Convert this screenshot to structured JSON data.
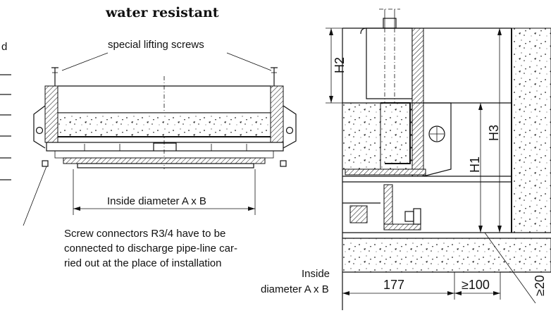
{
  "heading": "water resistant",
  "left_cut_label": "d",
  "front_view": {
    "lifting_screws_label": "special lifting screws",
    "inside_diameter_label": "Inside diameter A x B",
    "screw_note_lines": [
      "Screw connectors R3/4 have to be",
      "connected to discharge pipe-line car-",
      "ried out at the place of installation"
    ]
  },
  "section_view": {
    "dimensions": {
      "h2": "H2",
      "h3": "H3",
      "h1": "H1",
      "d177": "177",
      "d100": "≥100",
      "d20": "≥20"
    },
    "inside_diameter_lines": [
      "Inside",
      "diameter A x B"
    ]
  }
}
